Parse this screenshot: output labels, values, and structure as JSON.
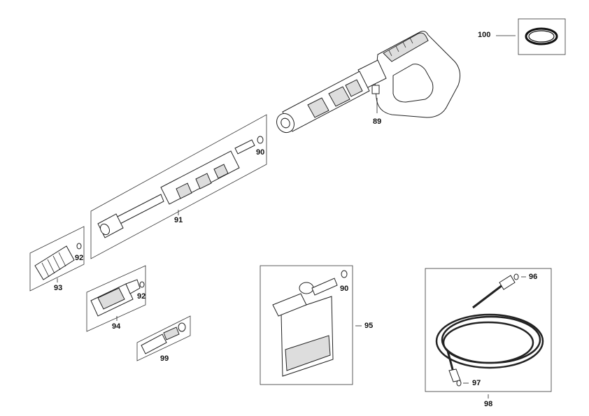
{
  "labels": {
    "p100": "100",
    "p89": "89",
    "p90a": "90",
    "p91": "91",
    "p92a": "92",
    "p93": "93",
    "p92b": "92",
    "p94": "94",
    "p99": "99",
    "p90b": "90",
    "p95": "95",
    "p96": "96",
    "p97": "97",
    "p98": "98"
  }
}
